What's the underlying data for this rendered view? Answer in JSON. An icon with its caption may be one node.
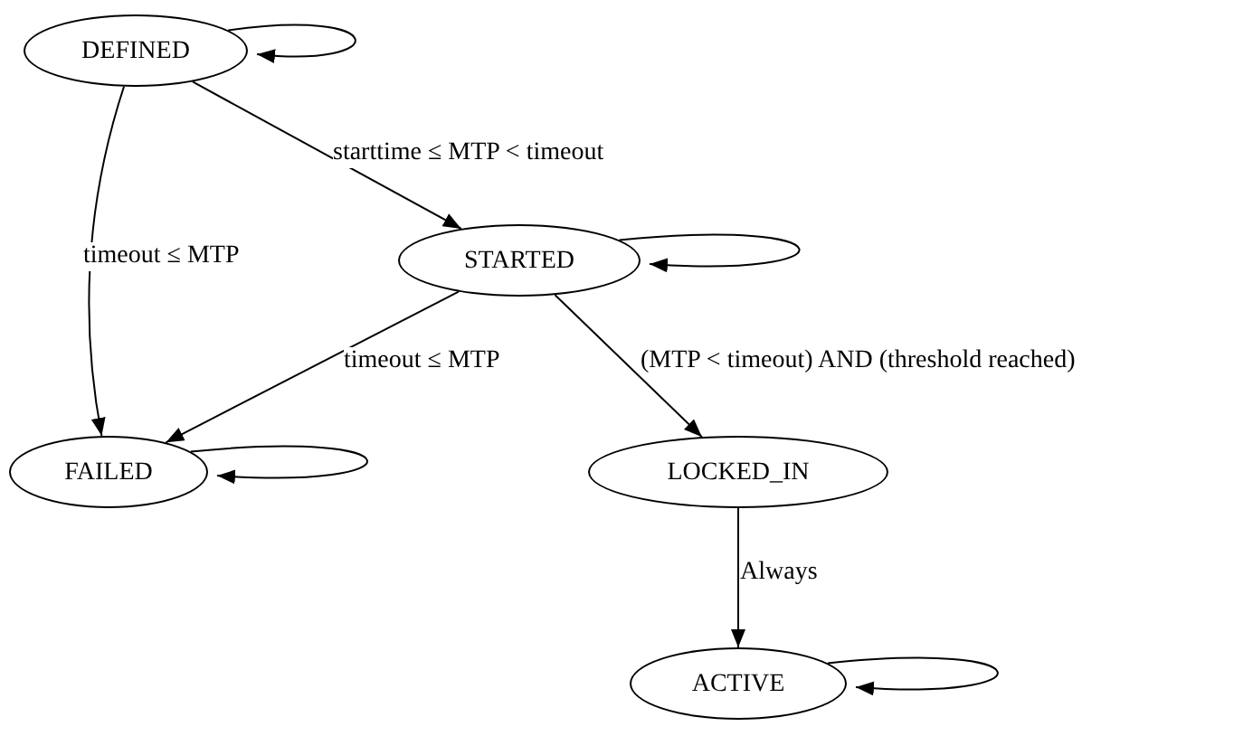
{
  "diagram": {
    "nodes": [
      {
        "text": [
          "DEFINED"
        ]
      },
      {
        "text": [
          "STARTED"
        ]
      },
      {
        "text": [
          "FAILED"
        ]
      },
      {
        "text": [
          "LOCKED_IN"
        ]
      },
      {
        "text": [
          "ACTIVE"
        ]
      }
    ],
    "edges": [
      {
        "from": 0,
        "to": 0,
        "arrow": "to"
      },
      {
        "from": 0,
        "to": 1,
        "arrow": "to",
        "label": "starttime ≤ MTP < timeout"
      },
      {
        "from": 0,
        "to": 2,
        "arrow": "to",
        "label": "timeout ≤ MTP"
      },
      {
        "from": 1,
        "to": 1,
        "arrow": "to"
      },
      {
        "from": 1,
        "to": 2,
        "arrow": "to",
        "label": "timeout ≤ MTP"
      },
      {
        "from": 1,
        "to": 3,
        "arrow": "to",
        "label": "(MTP < timeout) AND (threshold reached)"
      },
      {
        "from": 2,
        "to": 2,
        "arrow": "to"
      },
      {
        "from": 3,
        "to": 4,
        "arrow": "to",
        "label": "Always"
      },
      {
        "from": 4,
        "to": 4,
        "arrow": "to"
      }
    ]
  }
}
